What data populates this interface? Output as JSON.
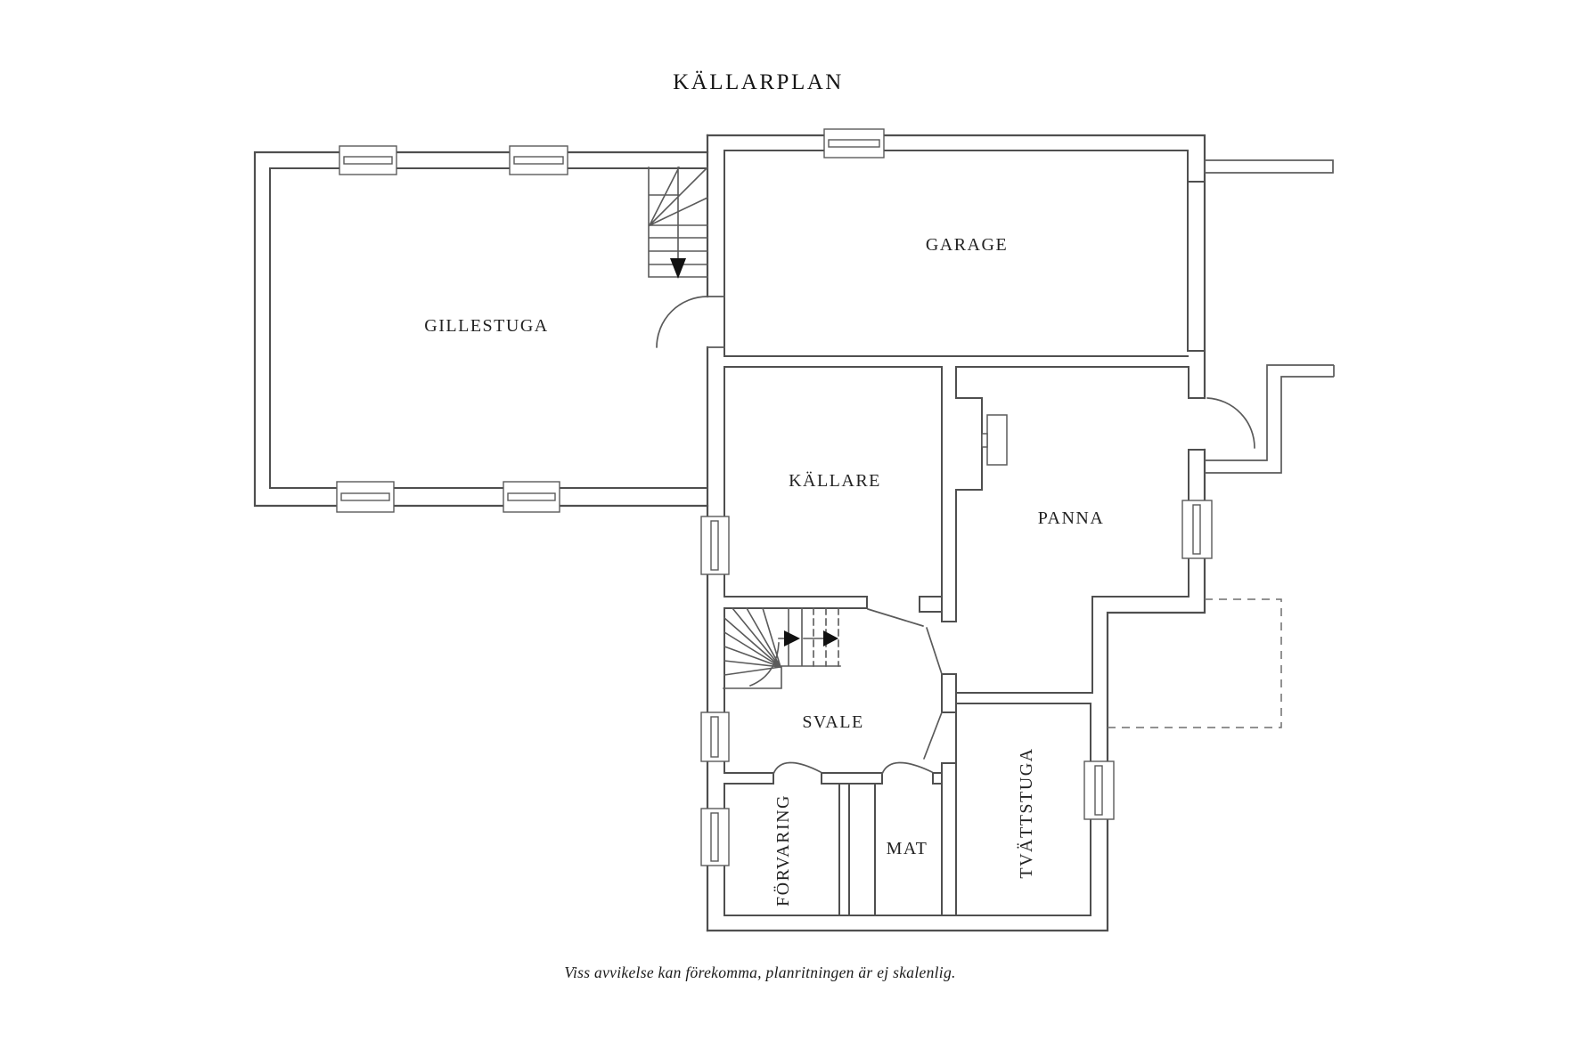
{
  "title": "KÄLLARPLAN",
  "rooms": {
    "gillestuga": "GILLESTUGA",
    "garage": "GARAGE",
    "kallare": "KÄLLARE",
    "panna": "PANNA",
    "svale": "SVALE",
    "forvaring": "FÖRVARING",
    "mat": "MAT",
    "tvattstuga": "TVÄTTSTUGA"
  },
  "footer": {
    "disclaimer": "Viss avvikelse kan förekomma, planritningen är ej skalenlig."
  },
  "colors": {
    "wall": "#4f4f4f",
    "symbol": "#5a5a5a",
    "dashed": "#6e6e6e",
    "arrow": "#111111"
  }
}
